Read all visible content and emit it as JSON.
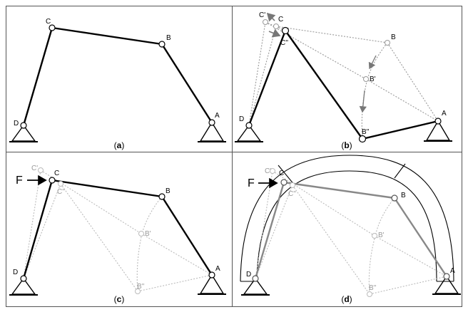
{
  "panels": {
    "a": {
      "caption": {
        "open": "(",
        "letter": "a",
        "close": ")"
      },
      "labels": {
        "C": "C",
        "B": "B",
        "D": "D",
        "A": "A"
      }
    },
    "b": {
      "caption": {
        "open": "(",
        "letter": "b",
        "close": ")"
      },
      "labels": {
        "C1": "C'",
        "C": "C",
        "C2": "C''",
        "B": "B",
        "B1": "B'",
        "B2": "B''",
        "D": "D",
        "A": "A"
      }
    },
    "c": {
      "caption": {
        "open": "(",
        "letter": "c",
        "close": ")"
      },
      "force": "F",
      "labels": {
        "C1": "C'",
        "C": "C",
        "C2": "C''",
        "B": "B",
        "B1": "B'",
        "B2": "B''",
        "D": "D",
        "A": "A"
      }
    },
    "d": {
      "caption": {
        "open": "(",
        "letter": "d",
        "close": ")"
      },
      "force": "F",
      "labels": {
        "C1": "C'",
        "C": "C",
        "C2": "C''",
        "B": "B",
        "B1": "B'",
        "B2": "B''",
        "D": "D",
        "A": "A"
      }
    }
  }
}
